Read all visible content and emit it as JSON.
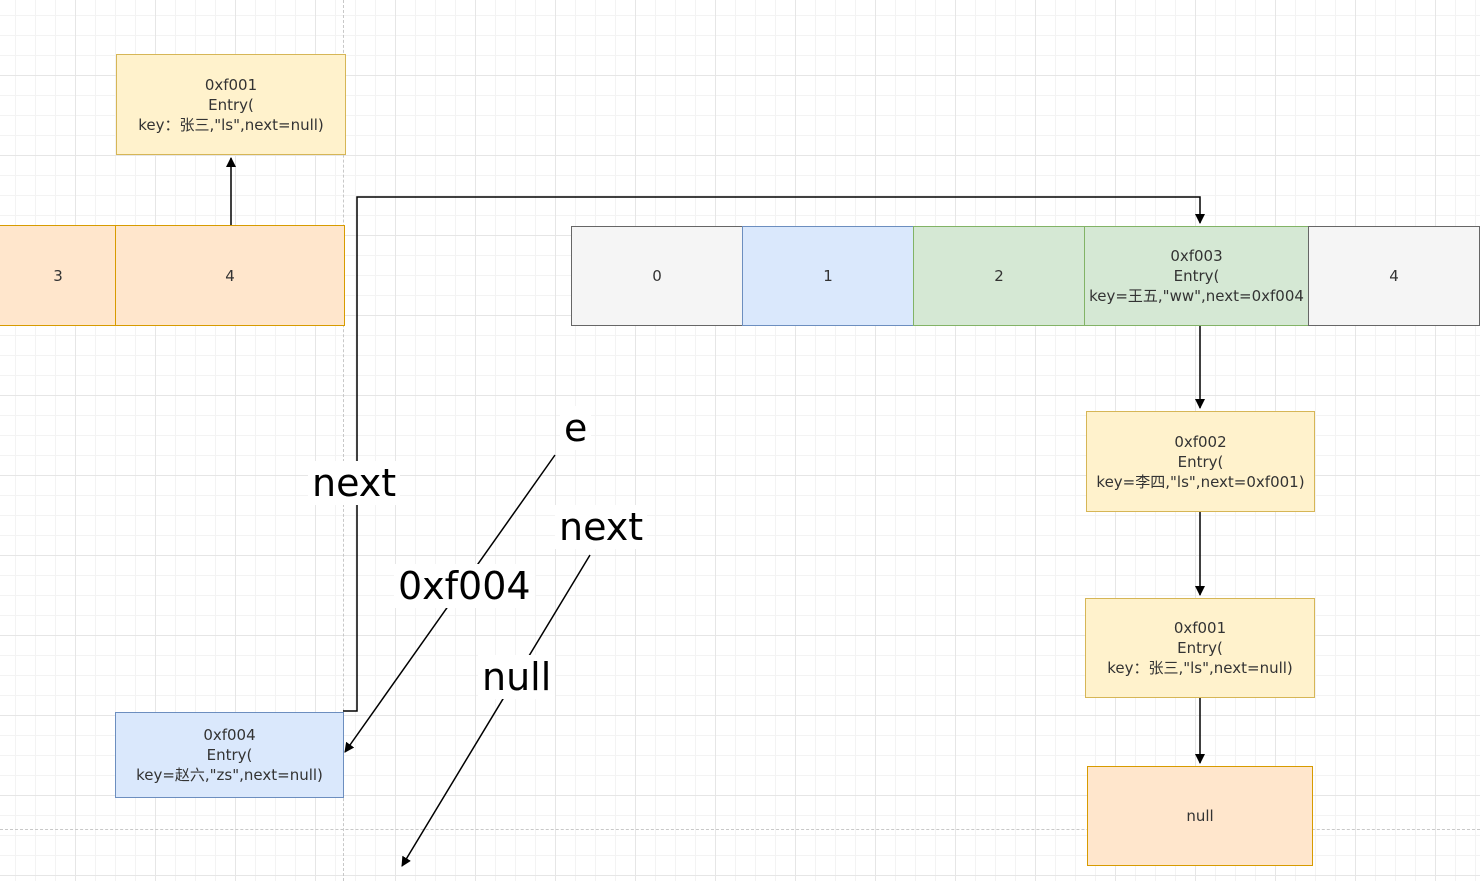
{
  "colors": {
    "yellow_fill": "#fff2cc",
    "yellow_stroke": "#d6b656",
    "orange_fill": "#ffe6cc",
    "orange_stroke": "#d79b00",
    "gray_fill": "#f5f5f5",
    "gray_stroke": "#666666",
    "blue_fill": "#dae8fc",
    "blue_stroke": "#6c8ebf",
    "green_fill": "#d5e8d4",
    "green_stroke": "#82b366"
  },
  "old_table": {
    "cell_3": "3",
    "cell_4": "4"
  },
  "entry_top_left": {
    "addr": "0xf001",
    "type": "Entry(",
    "body": "key：张三,\"ls\",next=null)"
  },
  "new_table": {
    "cell_0": "0",
    "cell_1": "1",
    "cell_2": "2",
    "cell_3": {
      "addr": "0xf003",
      "type": "Entry(",
      "body": "key=王五,\"ww\",next=0xf004"
    },
    "cell_4": "4"
  },
  "entry_0xf002": {
    "addr": "0xf002",
    "type": "Entry(",
    "body": "key=李四,\"ls\",next=0xf001)"
  },
  "entry_0xf001": {
    "addr": "0xf001",
    "type": "Entry(",
    "body": "key：张三,\"ls\",next=null)"
  },
  "null_box": "null",
  "entry_0xf004": {
    "addr": "0xf004",
    "type": "Entry(",
    "body": "key=赵六,\"zs\",next=null)"
  },
  "labels": {
    "next_1": "next",
    "e": "e",
    "next_2": "next",
    "addr_0xf004": "0xf004",
    "null": "null"
  }
}
